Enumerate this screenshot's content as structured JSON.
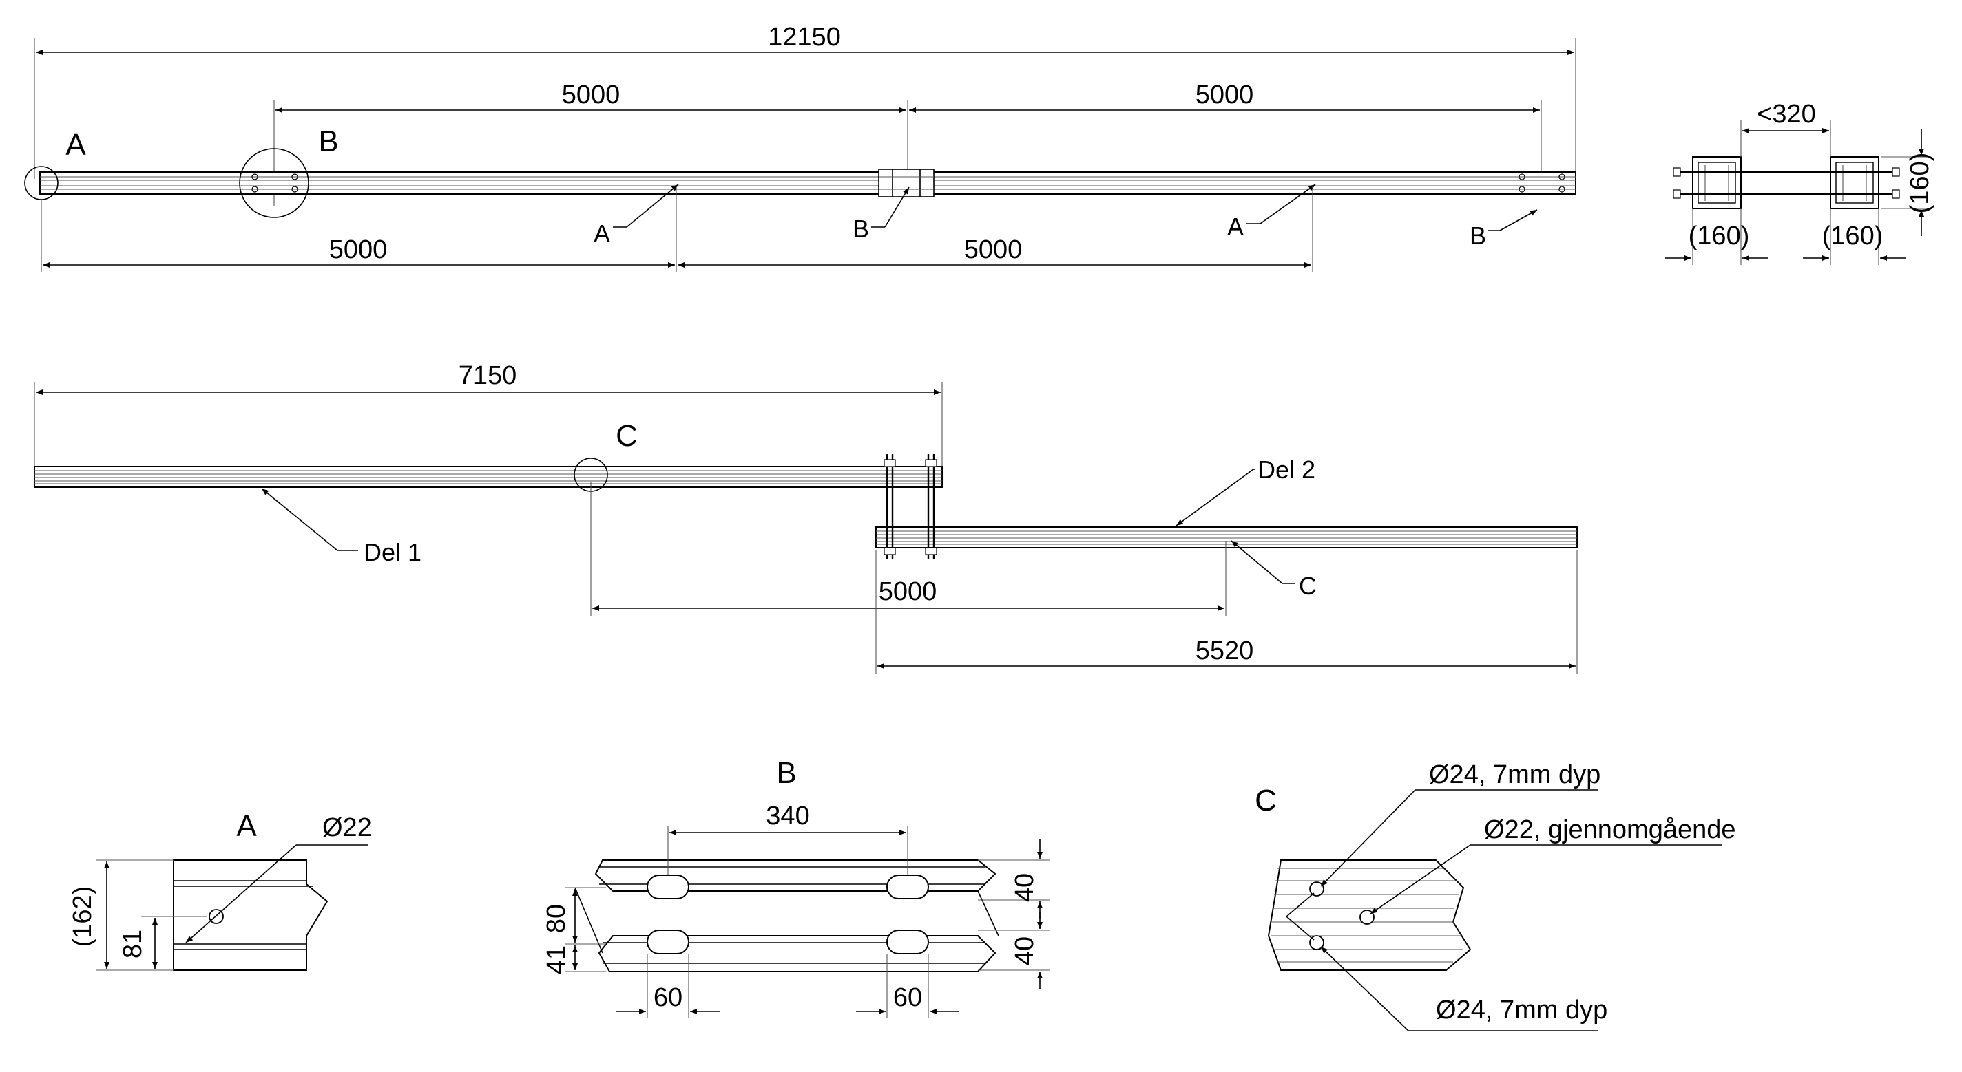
{
  "views": {
    "top": {
      "dims": {
        "overall": "12150",
        "upper_left": "5000",
        "upper_right": "5000",
        "lower_left": "5000",
        "lower_right": "5000"
      },
      "detail_labels": {
        "a": "A",
        "b": "B"
      },
      "leaders": {
        "a1": "A",
        "b1": "B",
        "a2": "A",
        "b2": "B"
      }
    },
    "end": {
      "dims": {
        "spread": "<320",
        "height": "(160)",
        "left_w": "(160)",
        "right_w": "(160)"
      }
    },
    "side": {
      "dims": {
        "del1_len": "7150",
        "offset": "5000",
        "del2_len": "5520"
      },
      "detail_label_c": "C",
      "leaders": {
        "del1": "Del 1",
        "del2": "Del 2",
        "c": "C"
      }
    },
    "detail_a": {
      "title": "A",
      "dims": {
        "hole": "Ø22",
        "height": "(162)",
        "mid": "81"
      }
    },
    "detail_b": {
      "title": "B",
      "dims": {
        "spacing": "340",
        "top_off": "40",
        "bot_off": "40",
        "h80": "80",
        "h41": "41",
        "w_left": "60",
        "w_right": "60"
      }
    },
    "detail_c": {
      "title": "C",
      "notes": {
        "top": "Ø24, 7mm dyp",
        "mid": "Ø22, gjennomgående",
        "bottom": "Ø24, 7mm dyp"
      }
    }
  }
}
